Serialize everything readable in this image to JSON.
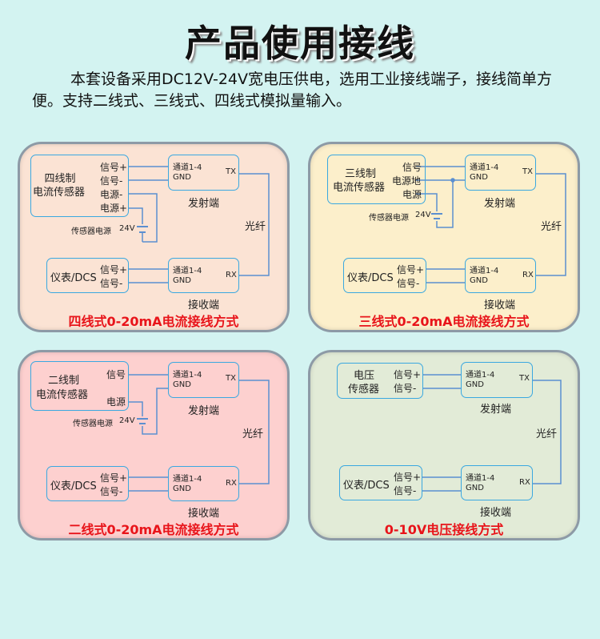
{
  "title": "产品使用接线",
  "intro": "本套设备采用DC12V-24V宽电压供电，选用工业接线端子，接线简单方便。支持二线式、三线式、四线式模拟量输入。",
  "common": {
    "channel": "通道1-4",
    "gnd": "GND",
    "tx": "TX",
    "rx": "RX",
    "transmitter": "发射端",
    "receiver": "接收端",
    "fiber": "光纤",
    "meter": "仪表/DCS",
    "sig_plus": "信号+",
    "sig_minus": "信号-",
    "supply": "传感器电源",
    "voltage": "24V"
  },
  "panels": [
    {
      "sensor_line1": "四线制",
      "sensor_line2": "电流传感器",
      "terminals": [
        "信号+",
        "信号-",
        "电源-",
        "电源+"
      ],
      "caption": "四线式0-20mA电流接线方式"
    },
    {
      "sensor_line1": "三线制",
      "sensor_line2": "电流传感器",
      "terminals": [
        "信号",
        "电源地",
        "电源"
      ],
      "caption": "三线式0-20mA电流接线方式"
    },
    {
      "sensor_line1": "二线制",
      "sensor_line2": "电流传感器",
      "terminals": [
        "信号",
        "电源"
      ],
      "caption": "二线式0-20mA电流接线方式"
    },
    {
      "sensor_line1": "电压",
      "sensor_line2": "传感器",
      "terminals": [
        "信号+",
        "信号-"
      ],
      "caption": "0-10V电压接线方式"
    }
  ],
  "colors": {
    "wire": "#5b8fd0",
    "box": "#3aa8e0",
    "caption": "#e8141a"
  }
}
